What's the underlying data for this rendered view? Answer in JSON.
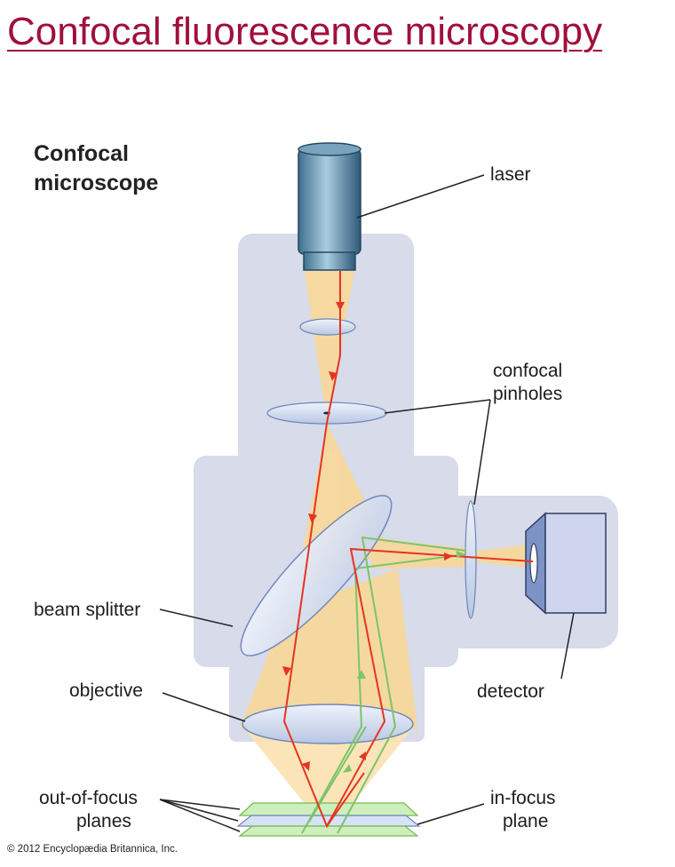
{
  "page": {
    "title": "Confocal fluorescence microscopy",
    "colors": {
      "title": "#a0103a",
      "housing": "#d7dbea",
      "laser_ray": "#e5341f",
      "emission_ray": "#7cc46a",
      "light_cone": "#f8d89a"
    }
  },
  "diagram": {
    "heading_line1": "Confocal",
    "heading_line2": "microscope",
    "labels": {
      "laser": "laser",
      "confocal_pinholes_1": "confocal",
      "confocal_pinholes_2": "pinholes",
      "beam_splitter": "beam splitter",
      "objective": "objective",
      "detector": "detector",
      "out_of_focus_1": "out-of-focus",
      "out_of_focus_2": "planes",
      "in_focus_1": "in-focus",
      "in_focus_2": "plane"
    },
    "copyright": "© 2012 Encyclopædia Britannica, Inc."
  }
}
